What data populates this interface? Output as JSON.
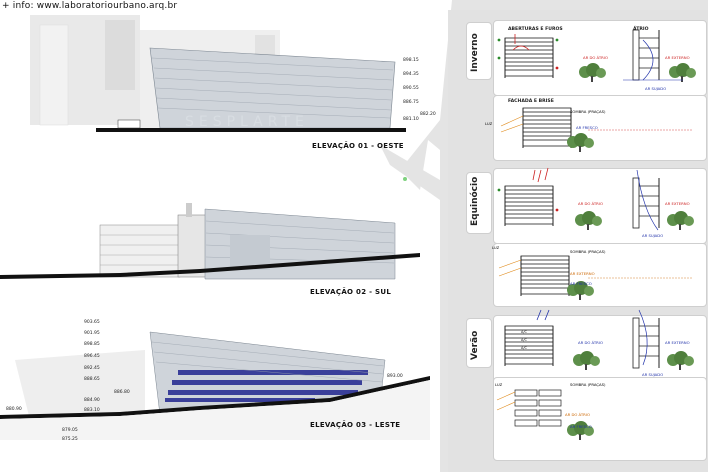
{
  "header": {
    "info": "+ info: www.laboratoriourbano.arq.br"
  },
  "elevations": [
    {
      "title": "ELEVAÇÃO 01 - OESTE",
      "levels": [
        "898.15",
        "894.35",
        "890.55",
        "886.75",
        "881.10",
        "882.20"
      ]
    },
    {
      "title": "ELEVAÇÃO 02 - SUL",
      "levels": []
    },
    {
      "title": "ELEVAÇÃO 03 - LESTE",
      "levels": [
        "903.65",
        "901.95",
        "898.85",
        "896.45",
        "892.45",
        "888.65",
        "886.80",
        "884.90",
        "883.10",
        "880.90",
        "879.05",
        "875.25",
        "893.00"
      ]
    }
  ],
  "seasons": {
    "winter": {
      "name": "Inverno",
      "openings": "ABERTURAS E FUROS",
      "atrium": "ÁTRIO",
      "facade": "FACHADA E BRISE",
      "shade": "SOMBRA (PRAÇAS)",
      "light": "LUZ"
    },
    "equinox": {
      "name": "Equinócio",
      "shade": "SOMBRA (PRAÇAS)",
      "light": "LUZ"
    },
    "summer": {
      "name": "Verão",
      "shade": "SOMBRA (PRAÇAS)",
      "light": "LUZ"
    }
  },
  "labels": {
    "ac": "A/C",
    "air_atrium": "AR DO ÁTRIO",
    "air_external": "AR EXTERNO",
    "air_fresh": "AR FRESCO",
    "air_used": "AR SUJADO"
  },
  "colors": {
    "warm": "#cc2222",
    "cool": "#2233aa",
    "tree": "#2a8a2a",
    "sun": "#e08a1a"
  }
}
